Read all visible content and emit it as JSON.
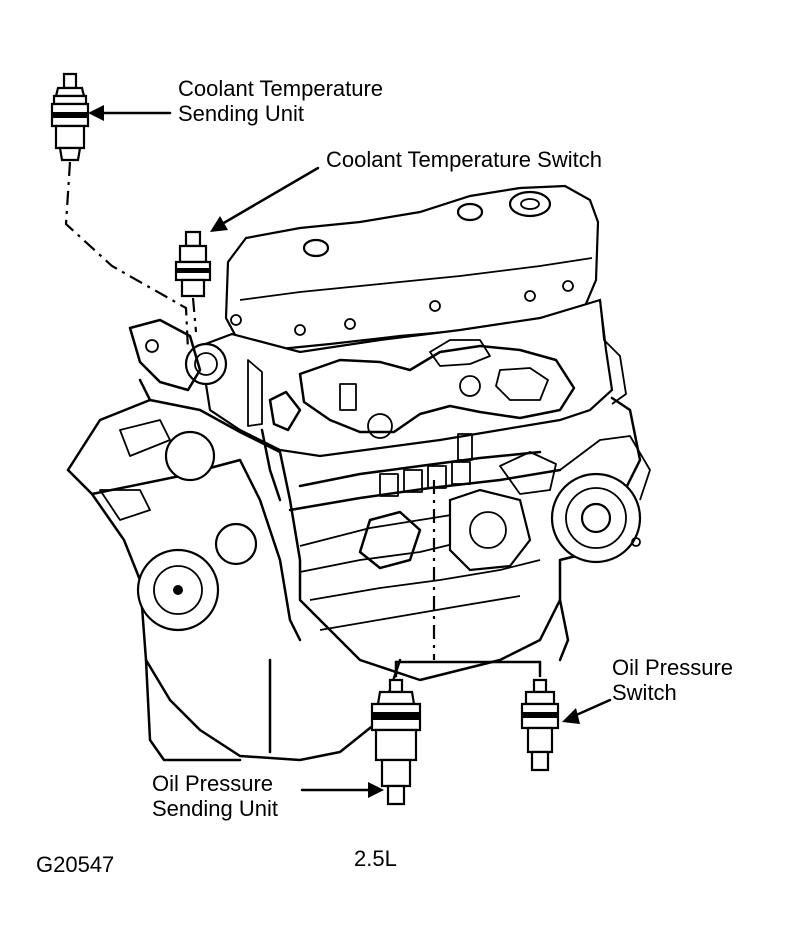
{
  "labels": {
    "coolant_temp_sending_unit": [
      "Coolant Temperature",
      "Sending Unit"
    ],
    "coolant_temp_switch": "Coolant Temperature Switch",
    "oil_pressure_switch": [
      "Oil Pressure",
      "Switch"
    ],
    "oil_pressure_sending_unit": [
      "Oil Pressure",
      "Sending Unit"
    ],
    "engine_size": "2.5L",
    "figure_id": "G20547"
  }
}
